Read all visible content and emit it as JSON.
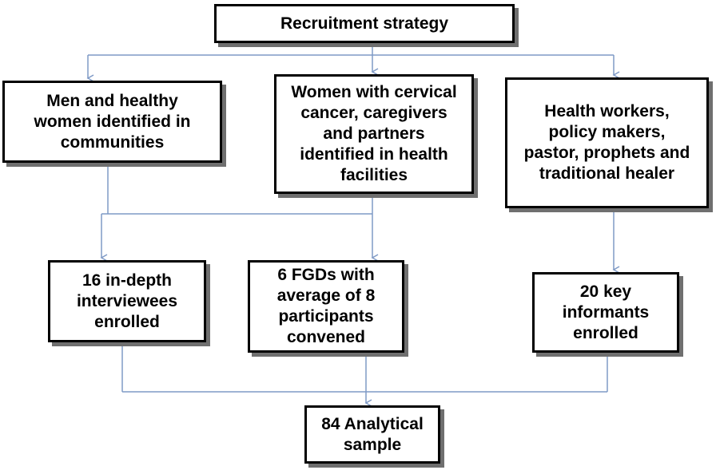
{
  "diagram": {
    "connector_color": "#7f9ac6",
    "box_border_color": "#000000",
    "box_shadow_color": "#6f6f6f",
    "nodes": {
      "recruitment": "Recruitment strategy",
      "men": "Men and healthy\nwomen identified in\ncommunities",
      "women": "Women with cervical\ncancer, caregivers\nand partners\nidentified in health\nfacilities",
      "health": "Health workers,\npolicy makers,\npastor, prophets and\ntraditional healer",
      "indepth": "16 in-depth\ninterviewees\nenrolled",
      "fgd": "6 FGDs with\naverage of 8\nparticipants\nconvened",
      "key": "20 key\ninformants\nenrolled",
      "sample": "84 Analytical\nsample"
    }
  }
}
